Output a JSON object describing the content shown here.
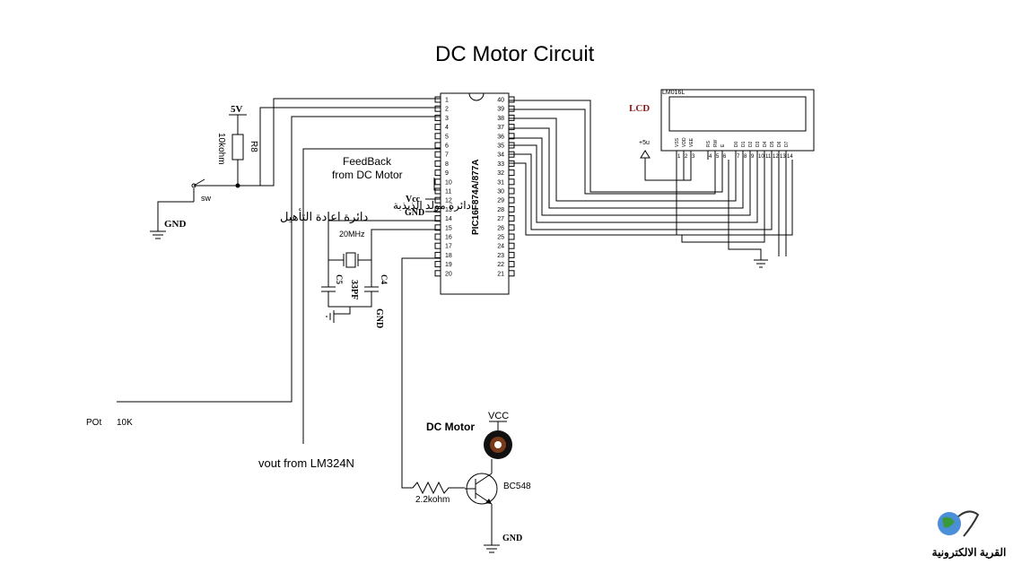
{
  "title": "DC Motor Circuit",
  "chip": {
    "name": "PIC16F874A/877A",
    "left_pins": [
      "1",
      "2",
      "3",
      "4",
      "5",
      "6",
      "7",
      "8",
      "9",
      "10",
      "11",
      "12",
      "13",
      "14",
      "15",
      "16",
      "17",
      "18",
      "19",
      "20"
    ],
    "right_pins": [
      "40",
      "39",
      "38",
      "37",
      "36",
      "35",
      "34",
      "33",
      "32",
      "31",
      "30",
      "29",
      "28",
      "27",
      "26",
      "25",
      "24",
      "23",
      "22",
      "21"
    ]
  },
  "lcd": {
    "label": "LCD",
    "header": "LM016L",
    "pin_names": [
      "VSS",
      "VDD",
      "VEE",
      "RS",
      "RW",
      "E",
      "D0",
      "D1",
      "D2",
      "D3",
      "D4",
      "D5",
      "D6",
      "D7"
    ],
    "pin_numbers": [
      "1",
      "2",
      "3",
      "4",
      "5",
      "6",
      "7",
      "8",
      "9",
      "10",
      "11",
      "12",
      "13",
      "14"
    ],
    "supply": "+5u"
  },
  "reset": {
    "supply": "5V",
    "resistor_value": "10kohm",
    "resistor_ref": "R8",
    "switch": "sw",
    "gnd": "GND",
    "caption": "دائرة اعادة التأهيل"
  },
  "oscillator": {
    "vcc": "Vcc",
    "gnd": "GND",
    "caption": "دائرة مولد الذبذبة",
    "crystal": "20MHz",
    "cap_left": "C5",
    "cap_right": "C4",
    "cap_value": "33PF",
    "gnd_bottom": "GND"
  },
  "feedback": {
    "line1": "FeedBack",
    "line2": "from DC Motor"
  },
  "pot": {
    "name": "POt",
    "value": "10K"
  },
  "vout": "vout from LM324N",
  "motor": {
    "label": "DC Motor",
    "vcc": "VCC",
    "transistor": "BC548",
    "base_resistor": "2.2kohm",
    "gnd": "GND"
  },
  "logo": {
    "text": "القرية الالكترونية"
  }
}
